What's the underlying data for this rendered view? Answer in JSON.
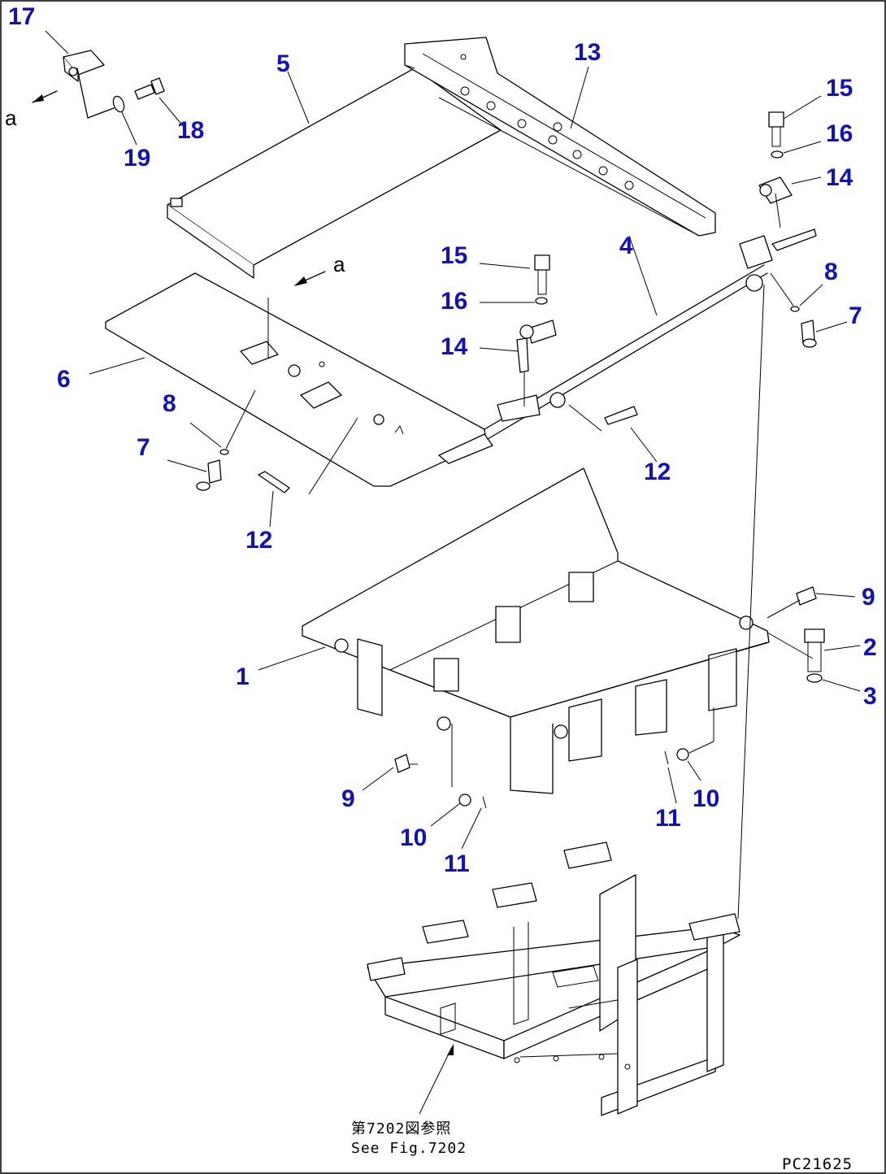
{
  "callouts": [
    {
      "id": "c17",
      "label": "17"
    },
    {
      "id": "c5",
      "label": "5"
    },
    {
      "id": "c13",
      "label": "13"
    },
    {
      "id": "c15a",
      "label": "15"
    },
    {
      "id": "c18",
      "label": "18"
    },
    {
      "id": "c16a",
      "label": "16"
    },
    {
      "id": "c19",
      "label": "19"
    },
    {
      "id": "c14a",
      "label": "14"
    },
    {
      "id": "c4",
      "label": "4"
    },
    {
      "id": "c15b",
      "label": "15"
    },
    {
      "id": "c8a",
      "label": "8"
    },
    {
      "id": "c16b",
      "label": "16"
    },
    {
      "id": "c7a",
      "label": "7"
    },
    {
      "id": "c14b",
      "label": "14"
    },
    {
      "id": "c6",
      "label": "6"
    },
    {
      "id": "c8b",
      "label": "8"
    },
    {
      "id": "c7b",
      "label": "7"
    },
    {
      "id": "c12a",
      "label": "12"
    },
    {
      "id": "c12b",
      "label": "12"
    },
    {
      "id": "c9a",
      "label": "9"
    },
    {
      "id": "c2",
      "label": "2"
    },
    {
      "id": "c1",
      "label": "1"
    },
    {
      "id": "c3",
      "label": "3"
    },
    {
      "id": "c10a",
      "label": "10"
    },
    {
      "id": "c9b",
      "label": "9"
    },
    {
      "id": "c11a",
      "label": "11"
    },
    {
      "id": "c10b",
      "label": "10"
    },
    {
      "id": "c11b",
      "label": "11"
    }
  ],
  "ref_labels": {
    "a_left": "a",
    "a_mid": "a"
  },
  "note": {
    "line1": "第7202図参照",
    "line2": "See Fig.7202"
  },
  "figure_code": "PC21625",
  "colors": {
    "callout": "#1010c8",
    "line": "#000000",
    "background": "#ffffff"
  }
}
